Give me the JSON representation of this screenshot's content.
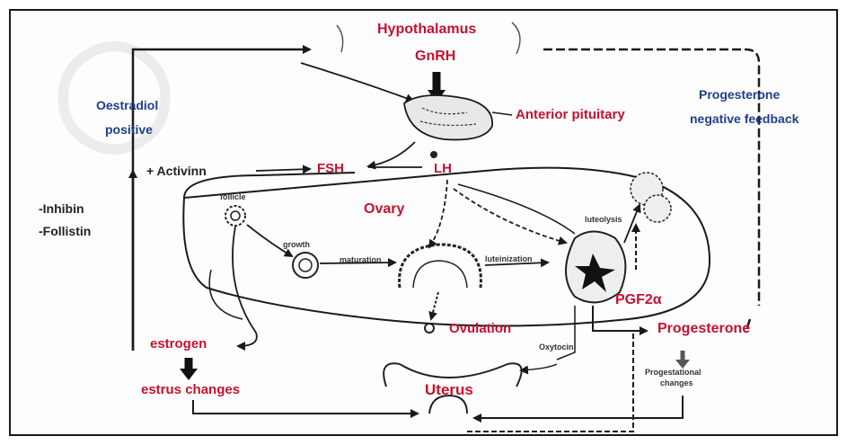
{
  "labels": {
    "hypothalamus": "Hypothalamus",
    "gnrh": "GnRH",
    "anterior_pituitary": "Anterior pituitary",
    "oestradiol": "Oestradiol",
    "positive": "positive",
    "progesterone_feedback_1": "Progesterone",
    "progesterone_feedback_2": "negative feedback",
    "activinn": "+ Activinn",
    "fsh": "FSH",
    "lh": "LH",
    "inhibin": "-Inhibin",
    "follistin": "-Follistin",
    "ovary": "Ovary",
    "follicle": "follicle",
    "growth": "growth",
    "maturation": "maturation",
    "luteinization": "luteinization",
    "luteolysis": "luteolysis",
    "pgf2a": "PGF2α",
    "ovulation": "Ovulation",
    "progesterone": "Progesterone",
    "estrogen": "estrogen",
    "oxytocin": "Oxytocin",
    "estrus_changes": "estrus changes",
    "uterus": "Uterus",
    "progestational_1": "Progestational",
    "progestational_2": "changes"
  },
  "colors": {
    "hormone_red": "#c8102e",
    "feedback_blue": "#1f3e8a",
    "line": "#1a1a1a"
  }
}
